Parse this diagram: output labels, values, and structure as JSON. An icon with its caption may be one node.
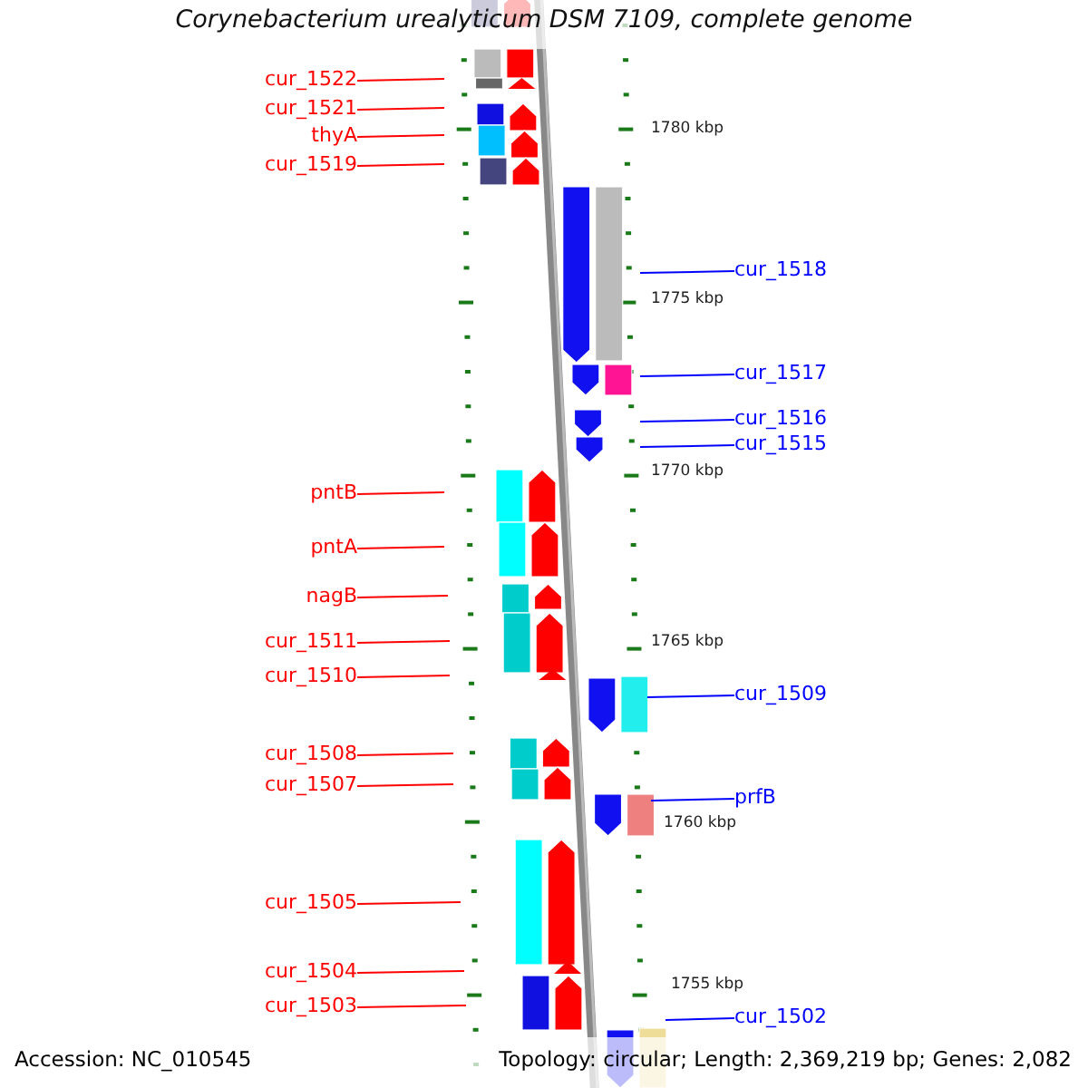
{
  "diagram": {
    "title": "Corynebacterium urealyticum DSM 7109, complete genome",
    "nodes": [
      {
        "text": [
          "cur_1522"
        ]
      },
      {
        "text": [
          "cur_1521"
        ]
      },
      {
        "text": [
          "thyA"
        ]
      },
      {
        "text": [
          "cur_1519"
        ]
      },
      {
        "text": [
          "cur_1518"
        ]
      },
      {
        "text": [
          "cur_1517"
        ]
      },
      {
        "text": [
          "cur_1516"
        ]
      },
      {
        "text": [
          "cur_1515"
        ]
      },
      {
        "text": [
          "pntB"
        ]
      },
      {
        "text": [
          "pntA"
        ]
      },
      {
        "text": [
          "nagB"
        ]
      },
      {
        "text": [
          "cur_1511"
        ]
      },
      {
        "text": [
          "cur_1510"
        ]
      },
      {
        "text": [
          "cur_1509"
        ]
      },
      {
        "text": [
          "cur_1508"
        ]
      },
      {
        "text": [
          "cur_1507"
        ]
      },
      {
        "text": [
          "prfB"
        ]
      },
      {
        "text": [
          "cur_1505"
        ]
      },
      {
        "text": [
          "cur_1504"
        ]
      },
      {
        "text": [
          "cur_1503"
        ]
      },
      {
        "text": [
          "cur_1502"
        ]
      }
    ],
    "edges": [
      {
        "from": 0,
        "to": null,
        "arrow": "none"
      },
      {
        "from": 1,
        "to": null,
        "arrow": "none"
      },
      {
        "from": 2,
        "to": null,
        "arrow": "none"
      },
      {
        "from": 3,
        "to": null,
        "arrow": "none"
      },
      {
        "from": 4,
        "to": null,
        "arrow": "none",
        "color": "#0000ff"
      },
      {
        "from": 5,
        "to": null,
        "arrow": "none",
        "color": "#0000ff"
      },
      {
        "from": 6,
        "to": null,
        "arrow": "none",
        "color": "#0000ff"
      },
      {
        "from": 7,
        "to": null,
        "arrow": "none",
        "color": "#0000ff"
      },
      {
        "from": 8,
        "to": null,
        "arrow": "none"
      },
      {
        "from": 9,
        "to": null,
        "arrow": "none"
      },
      {
        "from": 10,
        "to": null,
        "arrow": "none"
      },
      {
        "from": 11,
        "to": null,
        "arrow": "none"
      },
      {
        "from": 12,
        "to": null,
        "arrow": "none"
      },
      {
        "from": 13,
        "to": null,
        "arrow": "none",
        "color": "#0000ff"
      },
      {
        "from": 14,
        "to": null,
        "arrow": "none"
      },
      {
        "from": 15,
        "to": null,
        "arrow": "none"
      },
      {
        "from": 16,
        "to": null,
        "arrow": "none",
        "color": "#0000ff"
      },
      {
        "from": 17,
        "to": null,
        "arrow": "none"
      },
      {
        "from": 18,
        "to": null,
        "arrow": "none"
      },
      {
        "from": 19,
        "to": null,
        "arrow": "none"
      },
      {
        "from": 20,
        "to": null,
        "arrow": "none",
        "color": "#0000ff"
      }
    ],
    "labels": [
      "1780 kbp",
      "1775 kbp",
      "1770 kbp",
      "1765 kbp",
      "1760 kbp",
      "1755 kbp",
      "Accession: NC_010545",
      "Topology: circular; Length: 2,369,219 bp; Genes: 2,082"
    ]
  }
}
